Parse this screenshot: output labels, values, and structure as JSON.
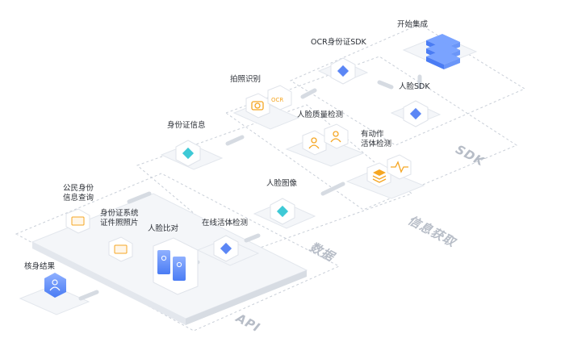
{
  "labels": {
    "start": "开始集成",
    "ocr_sdk": "OCR身份证SDK",
    "face_sdk": "人脸SDK",
    "photo_ocr": "拍照识别",
    "ocr_tag": "OCR",
    "face_quality": "人脸质量检测",
    "action_live_1": "有动作",
    "action_live_2": "活体检测",
    "id_info": "身份证信息",
    "face_image": "人脸图像",
    "police_1": "公民身份",
    "police_2": "信息查询",
    "idsys_1": "身份证系统",
    "idsys_2": "证件照照片",
    "face_compare": "人脸比对",
    "online_live": "在线活体检测",
    "result": "核身结果"
  },
  "zones": {
    "sdk": "SDK",
    "info": "信息获取",
    "data": "数据",
    "api": "API"
  },
  "colors": {
    "accent_blue": "#4a7cf4",
    "accent_cyan": "#3ec9d6",
    "accent_orange": "#f5a623",
    "platform_top": "#f4f6f9",
    "platform_side": "#e3e7ed",
    "dash": "#c9cfd8",
    "arrow": "#d6dbe2"
  }
}
